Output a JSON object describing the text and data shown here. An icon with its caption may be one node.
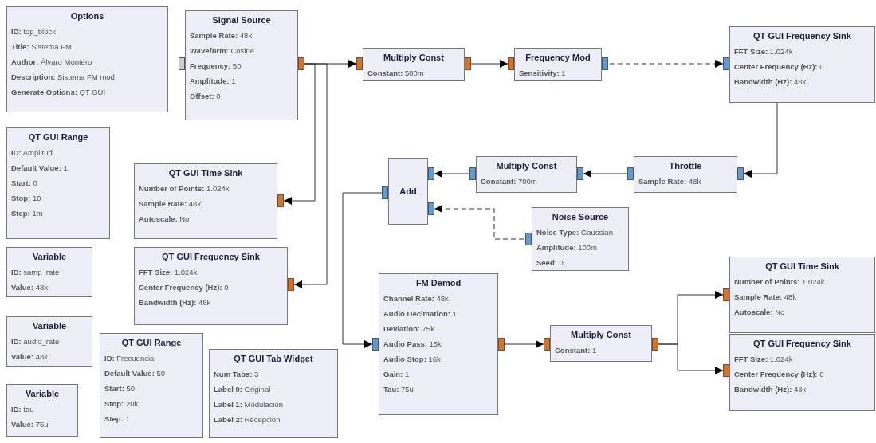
{
  "diagram": {
    "nodes": [
      {
        "text": [
          "Options",
          "**ID:** top_block",
          "**Title:** Sistema FM",
          "**Author:** Álvaro Montero",
          "**Description:** Sistema FM mod",
          "**Generate Options:** QT GUI"
        ]
      },
      {
        "text": [
          "Signal Source",
          "**Sample Rate:** 48k",
          "**Waveform:** Cosine",
          "**Frequency:** 50",
          "**Amplitude:** 1",
          "**Offset:** 0"
        ]
      },
      {
        "text": [
          "Multiply Const",
          "**Constant:** 500m"
        ]
      },
      {
        "text": [
          "Frequency Mod",
          "**Sensitivity:** 1"
        ]
      },
      {
        "text": [
          "QT GUI Frequency Sink",
          "**FFT Size:** 1.024k",
          "**Center Frequency (Hz):** 0",
          "**Bandwidth (Hz):** 48k"
        ]
      },
      {
        "text": [
          "QT GUI Range",
          "**ID:** Amplitud",
          "**Default Value:** 1",
          "**Start:** 0",
          "**Stop:** 10",
          "**Step:** 1m"
        ]
      },
      {
        "text": [
          "QT GUI Time Sink",
          "**Number of Points:** 1.024k",
          "**Sample Rate:** 48k",
          "**Autoscale:** No"
        ]
      },
      {
        "text": [
          "Variable",
          "**ID:** samp_rate",
          "**Value:** 48k"
        ]
      },
      {
        "text": [
          "QT GUI Frequency Sink",
          "**FFT Size:** 1.024k",
          "**Center Frequency (Hz):** 0",
          "**Bandwidth (Hz):** 48k"
        ]
      },
      {
        "text": [
          "Add"
        ]
      },
      {
        "text": [
          "Multiply Const",
          "**Constant:** 700m"
        ]
      },
      {
        "text": [
          "Throttle",
          "**Sample Rate:** 48k"
        ]
      },
      {
        "text": [
          "Noise Source",
          "**Noise Type:** Gaussian",
          "**Amplitude:** 100m",
          "**Seed:** 0"
        ]
      },
      {
        "text": [
          "Variable",
          "**ID:** audio_rate",
          "**Value:** 48k"
        ]
      },
      {
        "text": [
          "FM Demod",
          "**Channel Rate:** 48k",
          "**Audio Decimation:** 1",
          "**Deviation:** 75k",
          "**Audio Pass:** 15k",
          "**Audio Stop:** 16k",
          "**Gain:** 1",
          "**Tau:** 75u"
        ]
      },
      {
        "text": [
          "Multiply Const",
          "**Constant:** 1"
        ]
      },
      {
        "text": [
          "QT GUI Time Sink",
          "**Number of Points:** 1.024k",
          "**Sample Rate:** 48k",
          "**Autoscale:** No"
        ]
      },
      {
        "text": [
          "QT GUI Frequency Sink",
          "**FFT Size:** 1.024k",
          "**Center Frequency (Hz):** 0",
          "**Bandwidth (Hz):** 48k"
        ]
      },
      {
        "text": [
          "QT GUI Range",
          "**ID:** Frecuencia",
          "**Default Value:** 50",
          "**Start:** 50",
          "**Stop:** 20k",
          "**Step:** 1"
        ]
      },
      {
        "text": [
          "QT GUI Tab Widget",
          "**Num Tabs:** 3",
          "**Label 0:** Original",
          "**Label 1:** Modulacion",
          "**Label 2:** Recepcion"
        ]
      },
      {
        "text": [
          "Variable",
          "**ID:** tau",
          "**Value:** 75u"
        ]
      }
    ],
    "edges": [
      {
        "from": 1,
        "to": 2,
        "arrow": "to"
      },
      {
        "from": 1,
        "to": 6,
        "arrow": "to"
      },
      {
        "from": 1,
        "to": 8,
        "arrow": "to"
      },
      {
        "from": 2,
        "to": 3,
        "arrow": "to"
      },
      {
        "from": 3,
        "to": 4,
        "arrow": "to",
        "style": "dashed"
      },
      {
        "from": 4,
        "to": 11,
        "arrow": "to"
      },
      {
        "from": 11,
        "to": 10,
        "arrow": "to"
      },
      {
        "from": 10,
        "to": 9,
        "arrow": "to"
      },
      {
        "from": 12,
        "to": 9,
        "arrow": "to",
        "style": "dashed"
      },
      {
        "from": 9,
        "to": 14,
        "arrow": "to"
      },
      {
        "from": 14,
        "to": 15,
        "arrow": "to"
      },
      {
        "from": 15,
        "to": 16,
        "arrow": "to"
      },
      {
        "from": 15,
        "to": 17,
        "arrow": "to"
      }
    ]
  }
}
